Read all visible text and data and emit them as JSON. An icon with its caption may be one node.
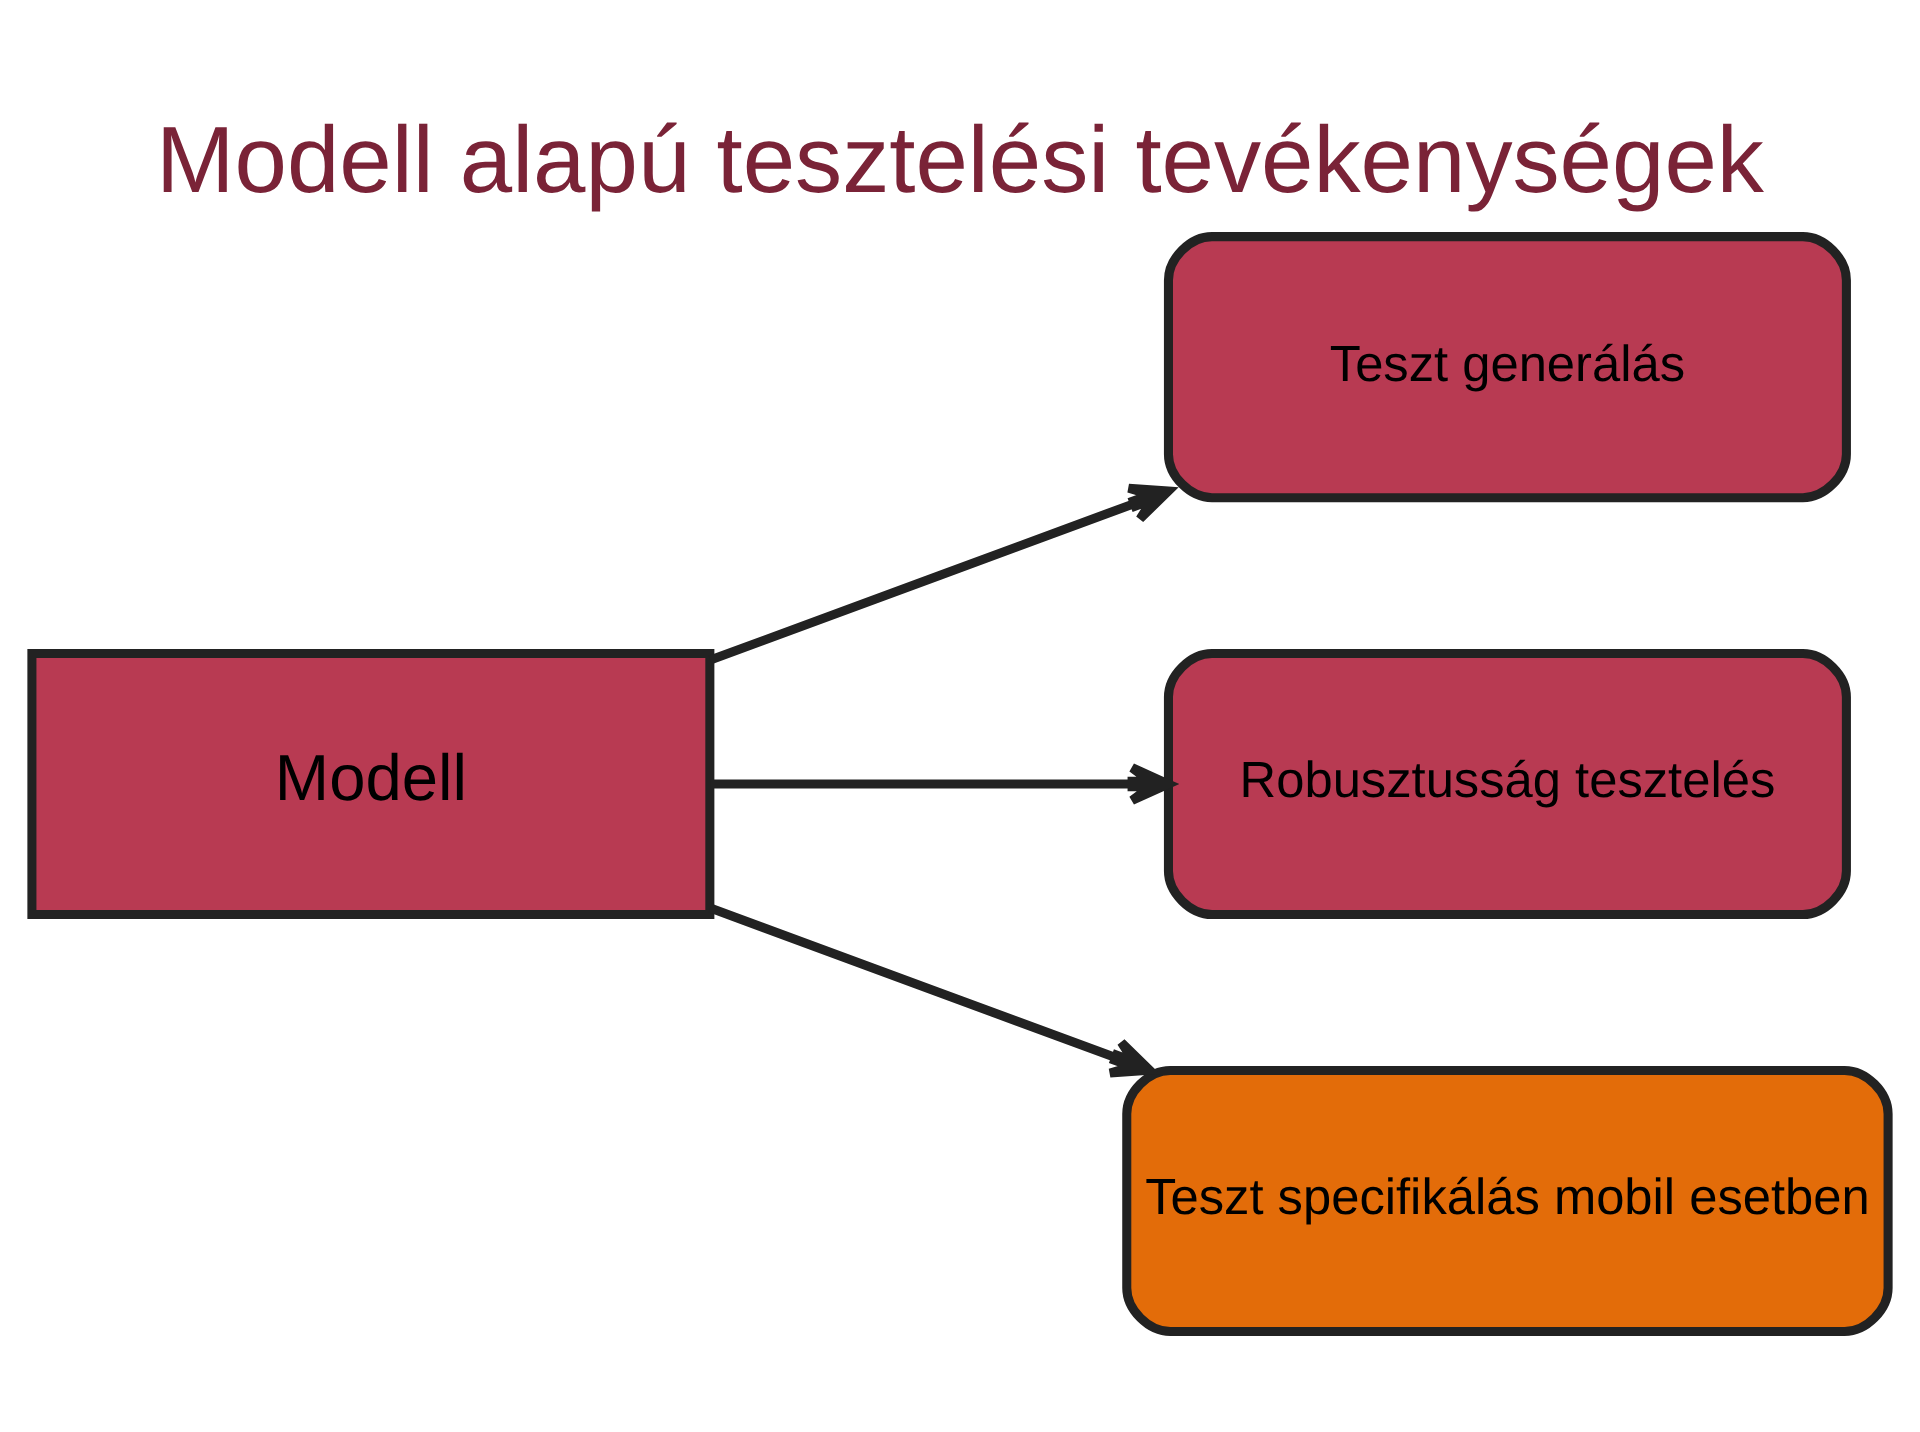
{
  "diagram": {
    "title": "Modell alapú tesztelési tevékenységek",
    "nodes": [
      {
        "text": [
          "Modell"
        ]
      },
      {
        "text": [
          "Teszt generálás"
        ]
      },
      {
        "text": [
          "Robusztusság tesztelés"
        ]
      },
      {
        "text": [
          "Teszt specifikálás mobil esetben"
        ]
      }
    ],
    "edges": [
      {
        "from": 0,
        "to": 1,
        "arrow": "to"
      },
      {
        "from": 0,
        "to": 2,
        "arrow": "to"
      },
      {
        "from": 0,
        "to": 3,
        "arrow": "to"
      }
    ]
  }
}
